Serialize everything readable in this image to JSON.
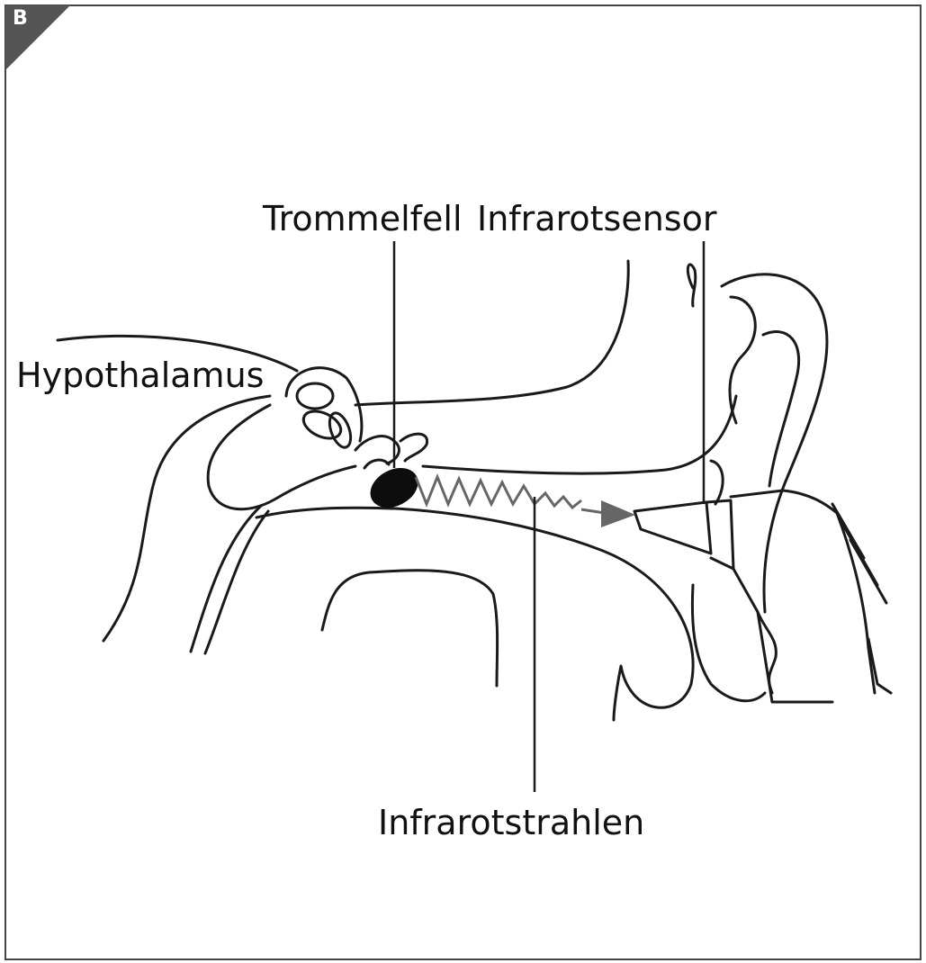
{
  "panel": {
    "letter": "B"
  },
  "labels": {
    "eardrum": "Trommelfell",
    "sensor": "Infrarotsensor",
    "hypothalamus": "Hypothalamus",
    "rays": "Infrarotstrahlen"
  },
  "colors": {
    "line": "#1a1a1a",
    "rays": "#666666",
    "corner": "#555555",
    "background": "#ffffff"
  }
}
